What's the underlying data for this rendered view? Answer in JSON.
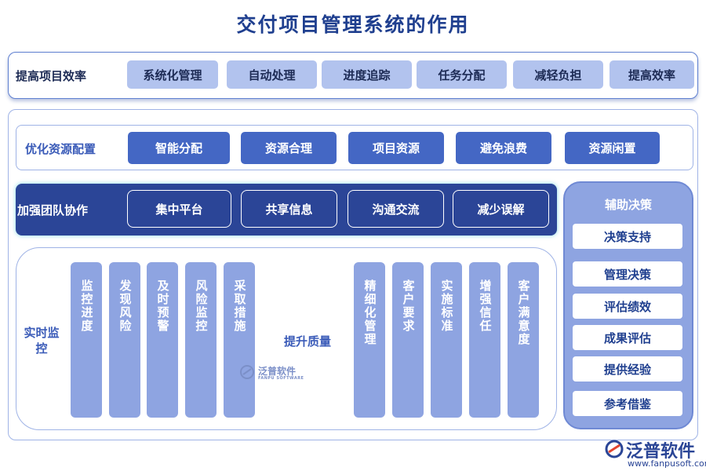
{
  "title": "交付项目管理系统的作用",
  "efficiency": {
    "label": "提高项目效率",
    "items": [
      "系统化管理",
      "自动处理",
      "进度追踪",
      "任务分配",
      "减轻负担",
      "提高效率"
    ]
  },
  "resource": {
    "label": "优化资源配置",
    "items": [
      "智能分配",
      "资源合理",
      "项目资源",
      "避免浪费",
      "资源闲置"
    ]
  },
  "team": {
    "label": "加强团队协作",
    "items": [
      "集中平台",
      "共享信息",
      "沟通交流",
      "减少误解"
    ]
  },
  "monitor": {
    "label": "实时监控",
    "items": [
      "监控进度",
      "发现风险",
      "及时预警",
      "风险监控",
      "采取措施"
    ]
  },
  "quality": {
    "label": "提升质量",
    "items": [
      "精细化管理",
      "客户要求",
      "实施标准",
      "增强信任",
      "客户满意度"
    ]
  },
  "decision": {
    "label": "辅助决策",
    "items": [
      "决策支持",
      "管理决策",
      "评估绩效",
      "成果评估",
      "提供经验",
      "参考借鉴"
    ]
  },
  "watermark": {
    "name": "泛普软件",
    "sub": "FANPU SOFTWARE"
  },
  "logo": {
    "name": "泛普软件",
    "url": "www.fanpusoft.com"
  },
  "colors": {
    "primary": "#2b4597",
    "medium": "#4467c4",
    "light": "#b2c3ee",
    "column": "#8ea4e1"
  }
}
